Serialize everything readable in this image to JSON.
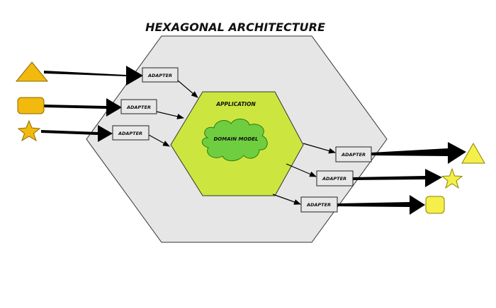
{
  "title": "HEXAGONAL ARCHITECTURE",
  "application_label": "APPLICATION",
  "domain_model_label": "DOMAIN MODEL",
  "adapters": {
    "in_1": "ADAPTER",
    "in_2": "ADAPTER",
    "in_3": "ADAPTER",
    "out_1": "ADAPTER",
    "out_2": "ADAPTER",
    "out_3": "ADAPTER"
  },
  "colors": {
    "outer_hexagon": "#e6e6e6",
    "inner_hexagon": "#cde63f",
    "domain_cloud": "#6fce3f",
    "input_shapes": "#f2b90f",
    "output_shapes": "#f5ef4a",
    "arrows": "#000000",
    "adapter_fill": "#e8e8e8"
  },
  "icons": {
    "in_1": "triangle-icon",
    "in_2": "rounded-square-icon",
    "in_3": "star-icon",
    "out_1": "triangle-icon",
    "out_2": "star-icon",
    "out_3": "rounded-square-icon"
  }
}
